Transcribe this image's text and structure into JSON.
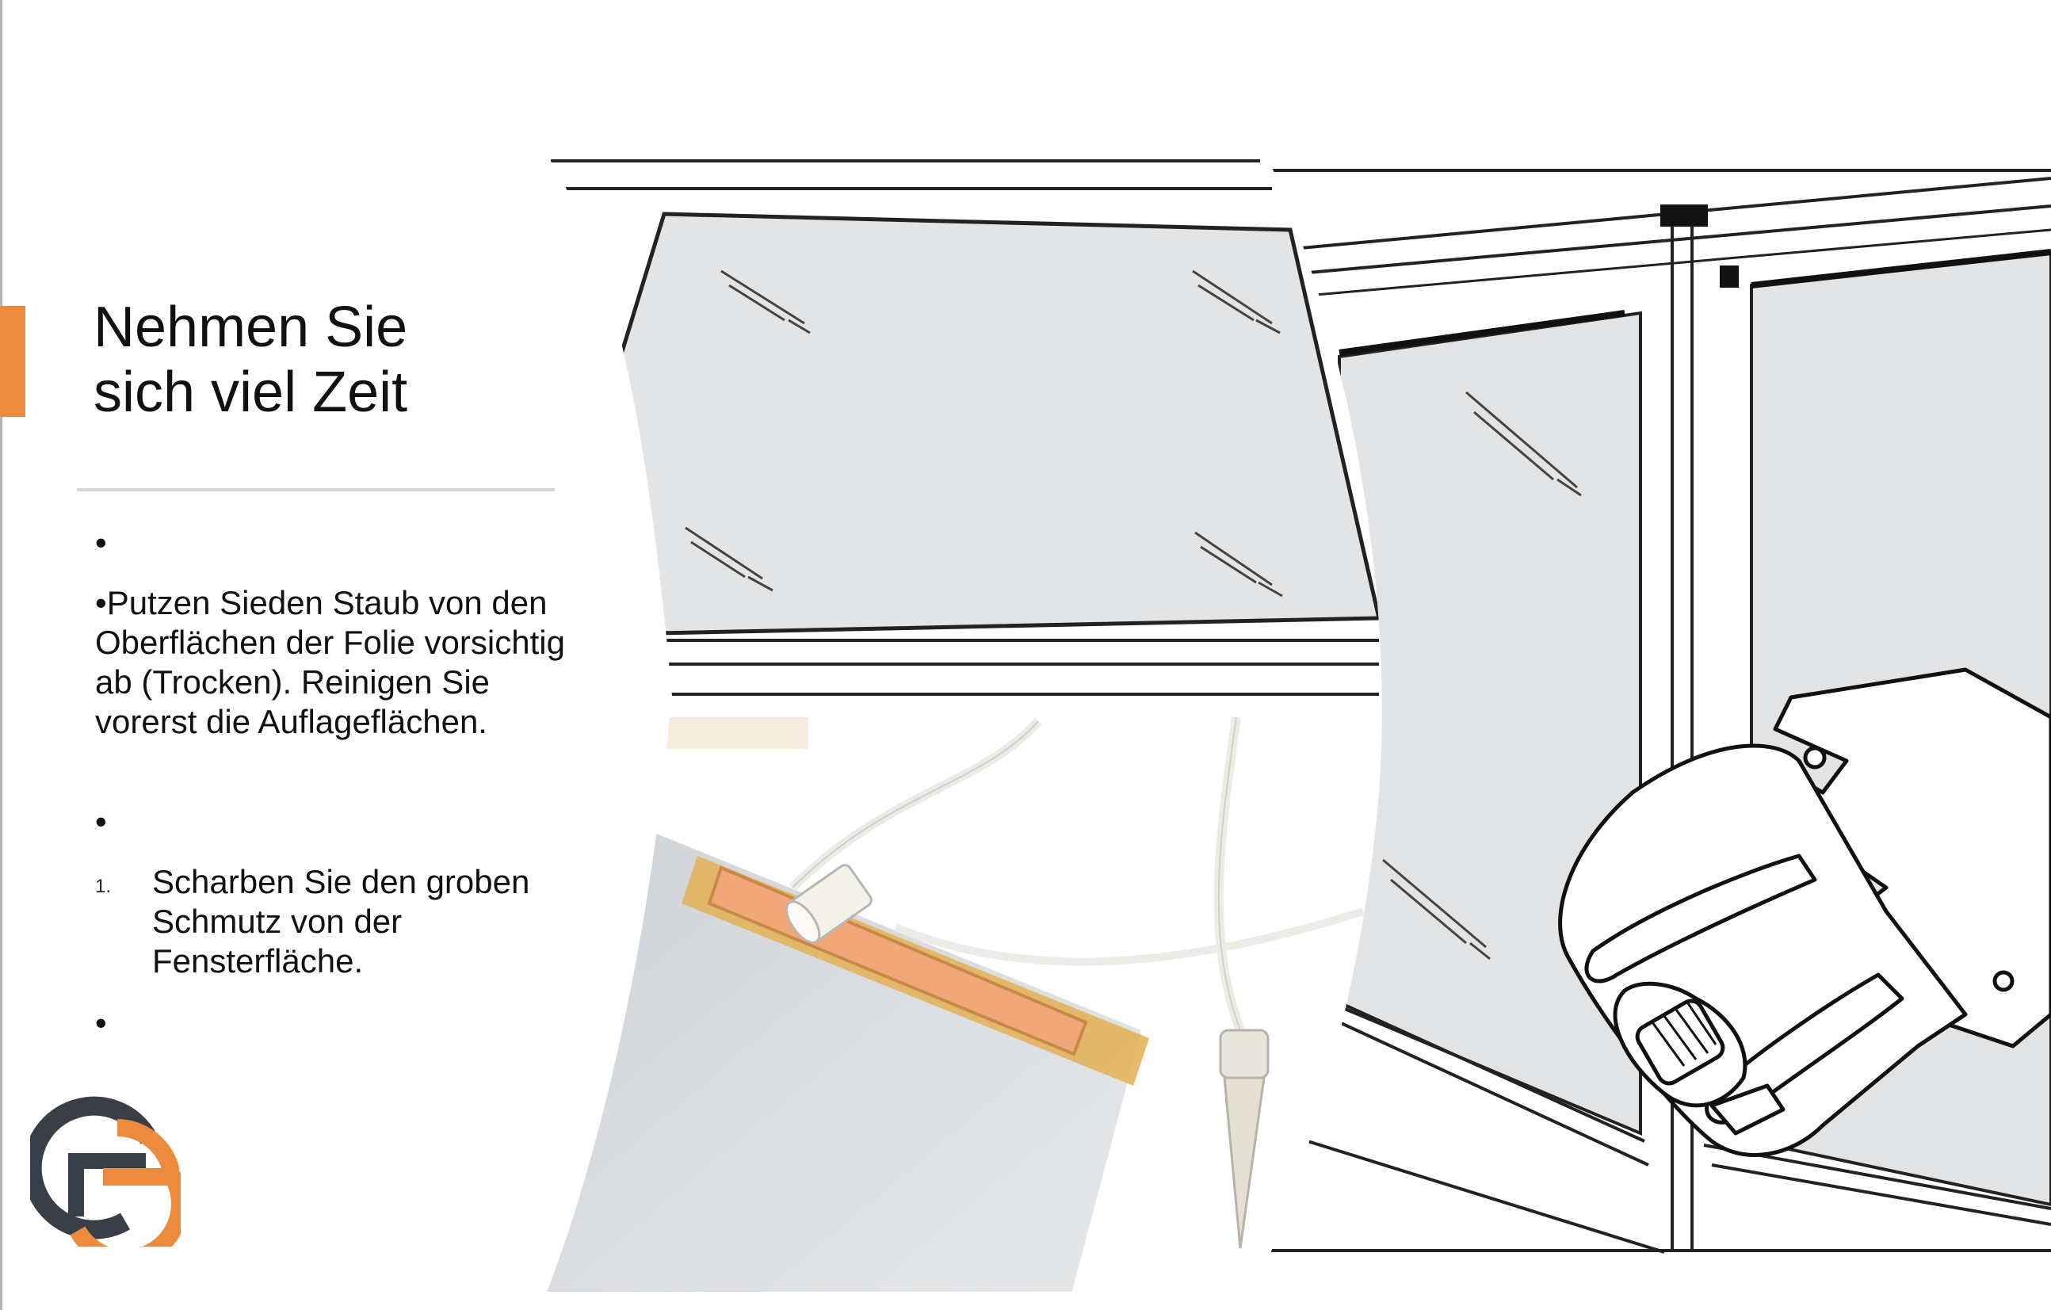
{
  "slide": {
    "title_line1": "Nehmen Sie",
    "title_line2": "sich viel Zeit",
    "bullets": [
      {
        "type": "empty",
        "text": "•"
      },
      {
        "type": "para",
        "text": "•Putzen Sieden Staub von den Oberflächen der Folie vorsichtig ab (Trocken). Reinigen Sie vorerst die Auflageflächen."
      },
      {
        "type": "empty",
        "text": "•"
      },
      {
        "type": "numbered",
        "number": "1.",
        "text": "Scharben Sie den groben Schmutz von der Fensterfläche."
      },
      {
        "type": "empty",
        "text": "•"
      }
    ]
  },
  "images": {
    "top_illustration": "window-glass-pane-drawing",
    "bottom_photo": "heating-foil-with-cable-photo",
    "right_illustration": "window-scraper-tool-drawing"
  },
  "logo": {
    "icon": "fcg-logo-icon"
  },
  "colors": {
    "accent": "#ec8a3e",
    "logo_dark": "#3a3f47",
    "text": "#111111"
  }
}
